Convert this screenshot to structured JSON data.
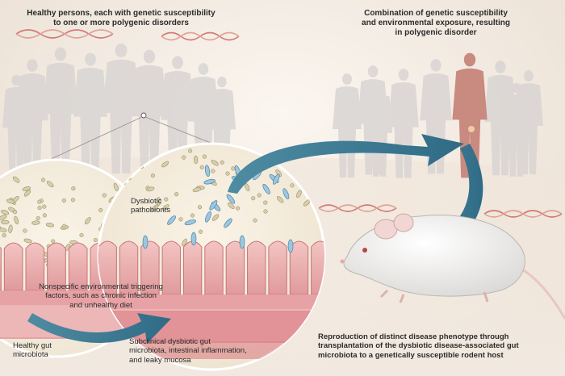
{
  "labels": {
    "healthy_persons": "Healthy persons, each with genetic susceptibility\nto one or more polygenic disorders",
    "combination": "Combination of genetic susceptibility\nand environmental exposure, resulting\nin polygenic disorder",
    "dysbiotic_pathobionts": "Dysbiotic\npathobionts",
    "environmental_triggers": "Nonspecific environmental triggering\nfactors, such as chronic infection\nand unhealthy diet",
    "healthy_gut": "Healthy gut\nmicrobiota",
    "subclinical": "Subclinical dysbiotic gut\nmicrobiota, intestinal inflammation,\nand leaky mucosa",
    "reproduction": "Reproduction of distinct disease phenotype through\ntransplantation of the dysbiotic disease-associated gut\nmicrobiota to a genetically susceptible rodent host"
  },
  "colors": {
    "arrow": "#3e7a93",
    "silhouette": "#d9d5d3",
    "diseased": "#c98a80",
    "dna": "#c8544e",
    "tissue": "#e9a9aa",
    "mouse": "#f7f6f4"
  }
}
